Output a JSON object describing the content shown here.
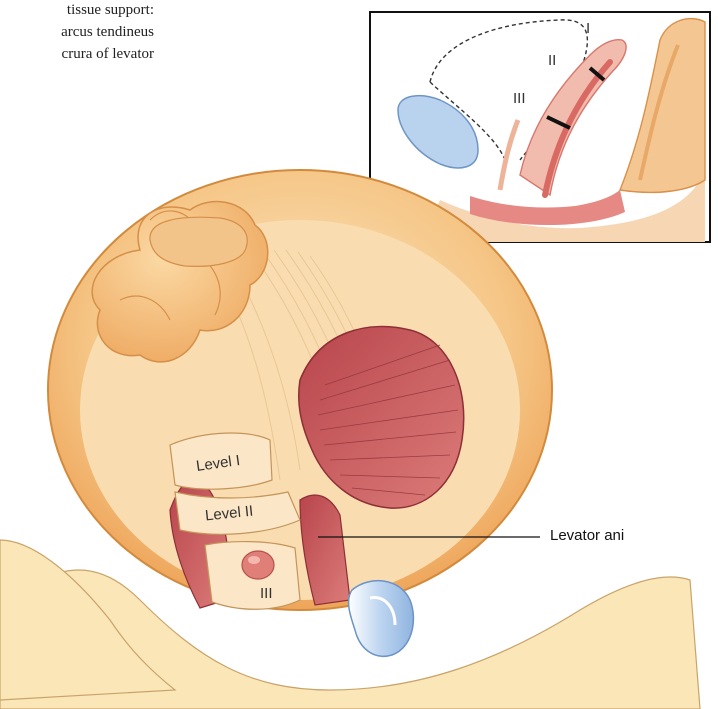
{
  "caption_fragment": {
    "lines": [
      "tissue  support:",
      "arcus tendineus",
      "crura of levator"
    ]
  },
  "inset": {
    "labels": [
      "I",
      "II",
      "III"
    ]
  },
  "main": {
    "levels": [
      "Level I",
      "Level II",
      "III"
    ],
    "callout": "Levator ani"
  },
  "colors": {
    "muscle": "#c9565a",
    "tissue_light": "#f7dcae",
    "tissue_orange": "#f2b774",
    "bladder_blue": "#a9c8ea",
    "inset_border": "#111111"
  }
}
